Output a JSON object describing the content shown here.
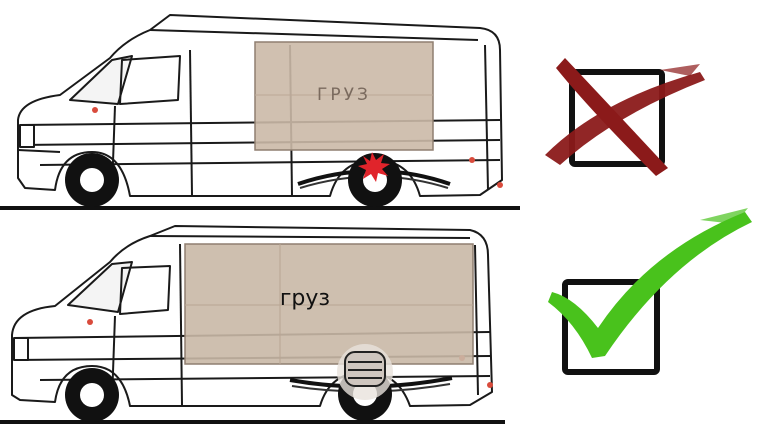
{
  "panels": [
    {
      "id": "wrong",
      "cargo_label": "ГРУЗ",
      "verdict_icon": "red-cross-icon",
      "colors": {
        "cargo": "#cbb9a7",
        "mark": "#8b1a1a",
        "impact": "#e0242b"
      }
    },
    {
      "id": "right",
      "cargo_label": "груз",
      "verdict_icon": "green-check-icon",
      "colors": {
        "cargo": "#c9b8a6",
        "mark": "#49c21c"
      }
    }
  ],
  "colors": {
    "outline": "#1a1a1a",
    "ground": "#111111",
    "box": "#111111"
  }
}
